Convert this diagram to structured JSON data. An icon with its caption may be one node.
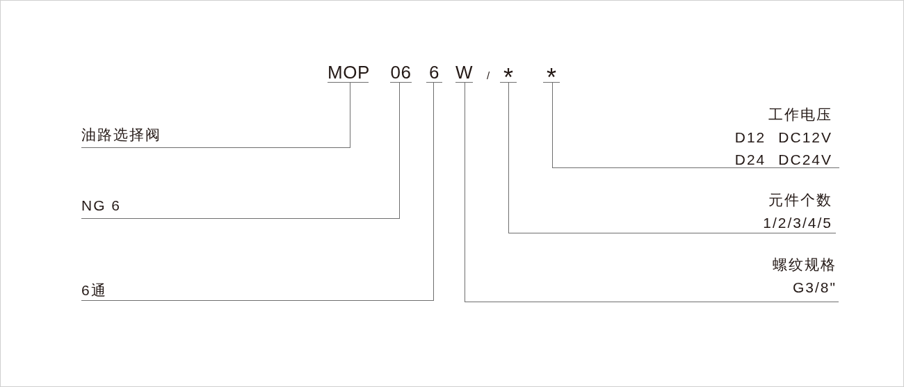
{
  "diagram": {
    "nodes": [
      {
        "text": [
          "MOP"
        ]
      },
      {
        "text": [
          "06"
        ]
      },
      {
        "text": [
          "6"
        ]
      },
      {
        "text": [
          "W"
        ]
      },
      {
        "text": [
          "*"
        ]
      },
      {
        "text": [
          "*"
        ]
      },
      {
        "text": [
          "油路选择阀"
        ]
      },
      {
        "text": [
          "NG 6"
        ]
      },
      {
        "text": [
          "6通"
        ]
      },
      {
        "text": [
          "工作电压",
          "D12",
          "DC12V",
          "D24",
          "DC24V"
        ]
      },
      {
        "text": [
          "元件个数",
          "1/2/3/4/5"
        ]
      },
      {
        "text": [
          "螺纹规格",
          "G3/8\""
        ]
      }
    ],
    "edges": [
      {
        "from": 0,
        "to": 6,
        "arrow": "none"
      },
      {
        "from": 1,
        "to": 7,
        "arrow": "none"
      },
      {
        "from": 2,
        "to": 8,
        "arrow": "none"
      },
      {
        "from": 3,
        "to": 11,
        "arrow": "none"
      },
      {
        "from": 4,
        "to": 10,
        "arrow": "none"
      },
      {
        "from": 5,
        "to": 9,
        "arrow": "none"
      }
    ],
    "labels": [
      "/"
    ]
  }
}
